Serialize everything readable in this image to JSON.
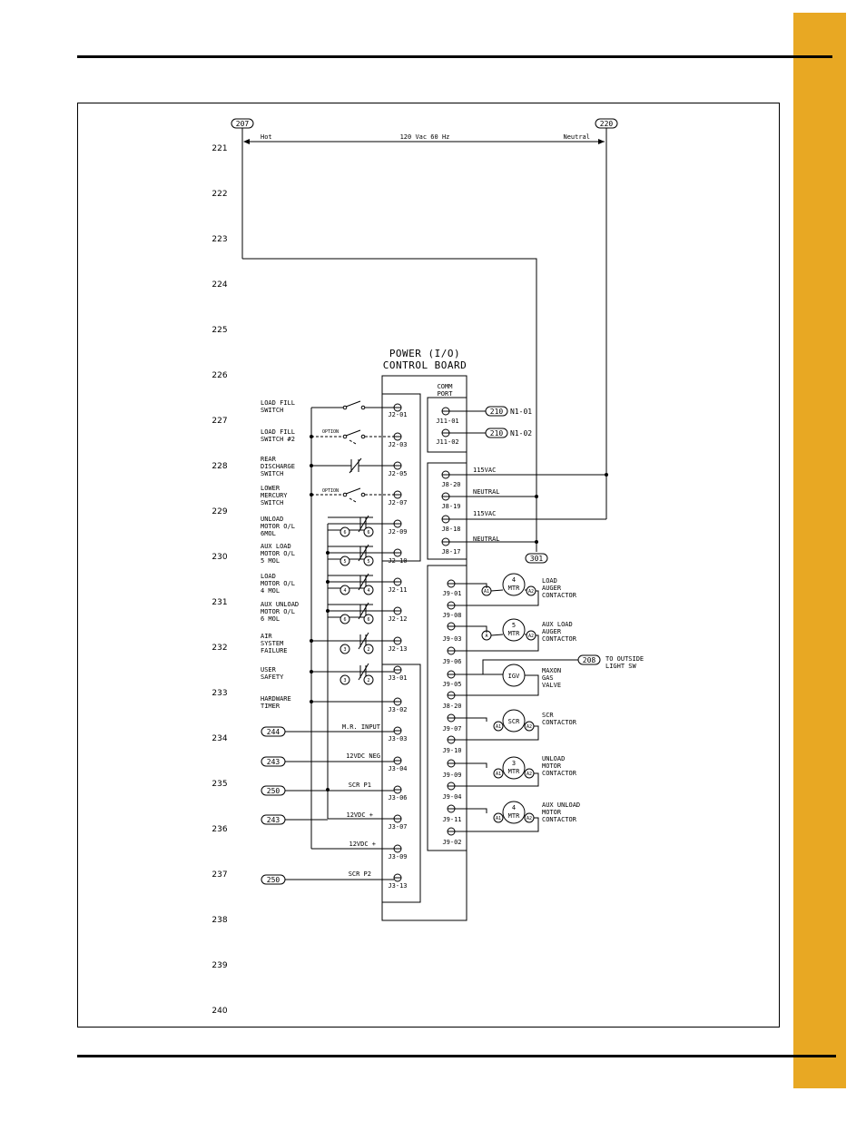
{
  "page": {
    "tab_color": "#E8A823"
  },
  "header": {
    "left_ref": "207",
    "right_ref": "220",
    "hot": "Hot",
    "neutral": "Neutral",
    "voltage": "120 Vac 60 Hz"
  },
  "rows": [
    "221",
    "222",
    "223",
    "224",
    "225",
    "226",
    "227",
    "228",
    "229",
    "230",
    "231",
    "232",
    "233",
    "234",
    "235",
    "236",
    "237",
    "238",
    "239",
    "240"
  ],
  "board": {
    "title1": "POWER (I/O)",
    "title2": "CONTROL BOARD",
    "comm1": "COMM",
    "comm2": "PORT"
  },
  "inputs": {
    "load_fill_1": "LOAD FILL",
    "load_fill_2": "SWITCH",
    "load_fill2_1": "LOAD FILL",
    "load_fill2_2": "SWITCH #2",
    "option": "OPTION",
    "rear_1": "REAR",
    "rear_2": "DISCHARGE",
    "rear_3": "SWITCH",
    "lower_1": "LOWER",
    "lower_2": "MERCURY",
    "lower_3": "SWITCH",
    "unload_1": "UNLOAD",
    "unload_2": "MOTOR O/L",
    "unload_3": "6MOL",
    "auxload_1": "AUX LOAD",
    "auxload_2": "MOTOR O/L",
    "auxload_3": "5 MOL",
    "load_1": "LOAD",
    "load_2": "MOTOR O/L",
    "load_3": "4 MOL",
    "auxunload_1": "AUX UNLOAD",
    "auxunload_2": "MOTOR O/L",
    "auxunload_3": "6 MOL",
    "air_1": "AIR",
    "air_2": "SYSTEM",
    "air_3": "FAILURE",
    "user_1": "USER",
    "user_2": "SAFETY",
    "hw_1": "HARDWARE",
    "hw_2": "TIMER"
  },
  "contact_marks": {
    "c6a": "6",
    "c6b": "6",
    "c5a": "5",
    "c5b": "5",
    "c4a": "4",
    "c4b": "4",
    "c6c": "6",
    "c6d": "6",
    "c3a": "3",
    "c2a": "2",
    "c3b": "3",
    "c2b": "2"
  },
  "terminals_left": [
    "J2-01",
    "J2-03",
    "J2-05",
    "J2-07",
    "J2-09",
    "J2-10",
    "J2-11",
    "J2-12",
    "J2-13",
    "J3-01",
    "J3-02",
    "J3-03",
    "J3-04",
    "J3-06",
    "J3-07",
    "J3-09",
    "J3-13"
  ],
  "wire_labels": {
    "mr": "M.R. INPUT",
    "neg": "12VDC NEG",
    "scrp1": "SCR P1",
    "pos1": "12VDC +",
    "pos2": "12VDC +",
    "scrp2": "SCR P2"
  },
  "refs_left": {
    "r244": "244",
    "r243a": "243",
    "r250a": "250",
    "r243b": "243",
    "r250b": "250"
  },
  "comm_terms": {
    "j1101": "J11-01",
    "j1102": "J11-02",
    "ref1": "210",
    "ref2": "210",
    "n1": "N1-01",
    "n2": "N1-02"
  },
  "j8": {
    "t1": "J8-20",
    "t2": "J8-19",
    "t3": "J8-18",
    "t4": "J8-17",
    "l1": "115VAC",
    "l2": "NEUTRAL",
    "l3": "115VAC",
    "l4": "NEUTRAL",
    "ref": "301"
  },
  "j9_terms": [
    "J9-01",
    "J9-08",
    "J9-03",
    "J9-06",
    "J9-05",
    "J8-20",
    "J9-07",
    "J9-10",
    "J9-09",
    "J9-04",
    "J9-11",
    "J9-02"
  ],
  "coils": {
    "c1_num": "4",
    "c1_mtr": "MTR",
    "c1_1": "LOAD",
    "c1_2": "AUGER",
    "c1_3": "CONTACTOR",
    "c2_num": "5",
    "c2_mtr": "MTR",
    "c2_1": "AUX LOAD",
    "c2_2": "AUGER",
    "c2_3": "CONTACTOR",
    "c3_txt": "IGV",
    "c3_1": "MAXON",
    "c3_2": "GAS",
    "c3_3": "VALVE",
    "c3_ref": "208",
    "c3_ext1": "TO OUTSIDE",
    "c3_ext2": "LIGHT SW",
    "c4_txt": "SCR",
    "c4_1": "SCR",
    "c4_2": "CONTACTOR",
    "c5_num": "3",
    "c5_mtr": "MTR",
    "c5_1": "UNLOAD",
    "c5_2": "MOTOR",
    "c5_3": "CONTACTOR",
    "c6_num": "4",
    "c6_mtr": "MTR",
    "c6_1": "AUX UNLOAD",
    "c6_2": "MOTOR",
    "c6_3": "CONTACTOR",
    "a1": "A1",
    "a2": "A2",
    "a": "A"
  }
}
